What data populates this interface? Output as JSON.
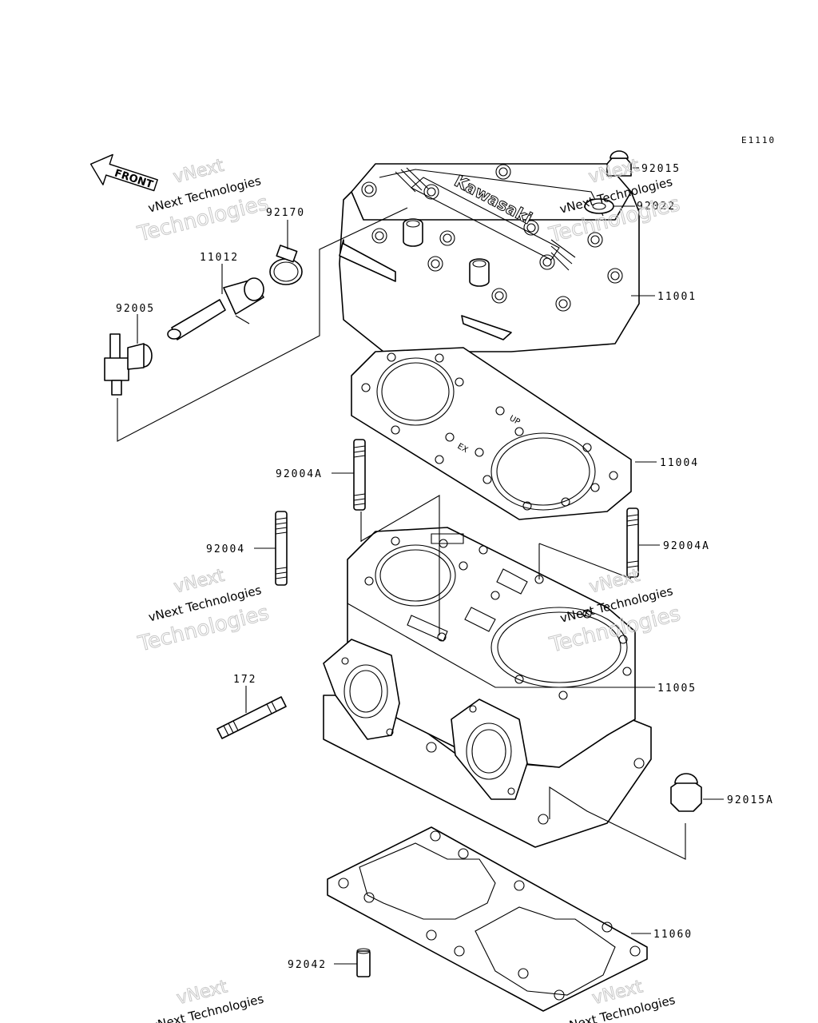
{
  "diagram_code": "E1110",
  "front_label": "FRONT",
  "brand_mark": "Kawasaki",
  "gasket_marks": {
    "up": "UP",
    "ex": "EX"
  },
  "watermark": {
    "line1": "vNext",
    "line2": "Technologies",
    "small": "vNext Technologies"
  },
  "parts": [
    {
      "id": "92015",
      "label": "92015"
    },
    {
      "id": "92022",
      "label": "92022"
    },
    {
      "id": "92170",
      "label": "92170"
    },
    {
      "id": "11012",
      "label": "11012"
    },
    {
      "id": "92005",
      "label": "92005"
    },
    {
      "id": "11001",
      "label": "11001"
    },
    {
      "id": "11004",
      "label": "11004"
    },
    {
      "id": "92004A-left",
      "label": "92004A"
    },
    {
      "id": "92004",
      "label": "92004"
    },
    {
      "id": "92004A-right",
      "label": "92004A"
    },
    {
      "id": "172",
      "label": "172"
    },
    {
      "id": "11005",
      "label": "11005"
    },
    {
      "id": "92015A",
      "label": "92015A"
    },
    {
      "id": "11060",
      "label": "11060"
    },
    {
      "id": "92042",
      "label": "92042"
    }
  ]
}
